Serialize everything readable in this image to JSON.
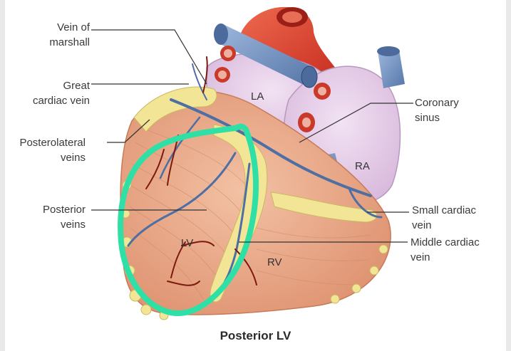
{
  "labels": {
    "vein_of_marshall": "Vein of\nmarshall",
    "great_cardiac_vein": "Great\ncardiac vein",
    "posterolateral_veins": "Posterolateral\nveins",
    "posterior_veins": "Posterior\nveins",
    "coronary_sinus": "Coronary\nsinus",
    "small_cardiac_vein": "Small cardiac\nvein",
    "middle_cardiac_vein": "Middle cardiac\nvein"
  },
  "chambers": {
    "la": "LA",
    "ra": "RA",
    "lv": "LV",
    "rv": "RV"
  },
  "caption": "Posterior LV",
  "colors": {
    "highlight": "#2fe0a6",
    "myocardium": "#e9a585",
    "atria": "#e5cde8",
    "vessel_blue": "#6f8fbf",
    "aorta_red": "#e0412e",
    "fat": "#f2e493"
  }
}
